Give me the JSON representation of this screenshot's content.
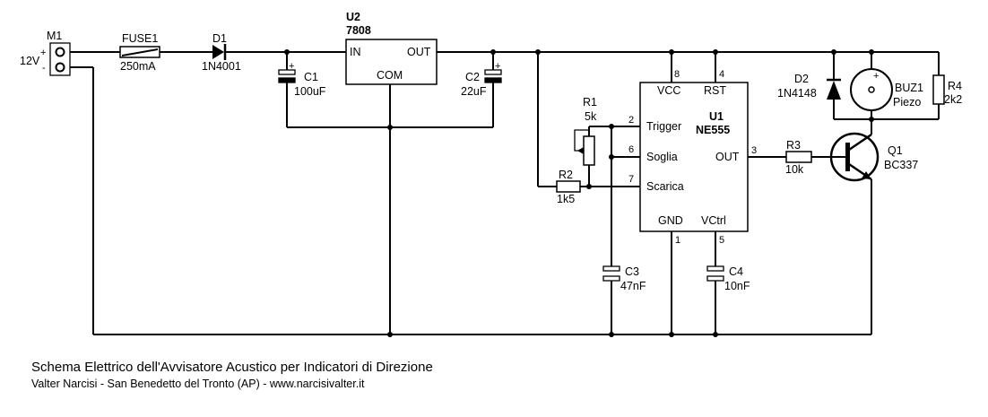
{
  "title": "Schema Elettrico dell'Avvisatore Acustico per Indicatori di Direzione",
  "subtitle": "Valter Narcisi - San Benedetto del Tronto (AP) - www.narcisivalter.it",
  "components": {
    "m1": {
      "ref": "M1",
      "value": "12V",
      "plus": "+",
      "minus": "-"
    },
    "fuse1": {
      "ref": "FUSE1",
      "value": "250mA"
    },
    "d1": {
      "ref": "D1",
      "value": "1N4001"
    },
    "c1": {
      "ref": "C1",
      "value": "100uF",
      "plus": "+"
    },
    "u2": {
      "ref": "U2",
      "value": "7808",
      "pin_in": "IN",
      "pin_out": "OUT",
      "pin_com": "COM"
    },
    "c2": {
      "ref": "C2",
      "value": "22uF",
      "plus": "+"
    },
    "r1": {
      "ref": "R1",
      "value": "5k"
    },
    "r2": {
      "ref": "R2",
      "value": "1k5"
    },
    "c3": {
      "ref": "C3",
      "value": "47nF"
    },
    "c4": {
      "ref": "C4",
      "value": "10nF"
    },
    "u1": {
      "ref": "U1",
      "value": "NE555",
      "vcc": "VCC",
      "rst": "RST",
      "trigger": "Trigger",
      "soglia": "Soglia",
      "scarica": "Scarica",
      "out": "OUT",
      "gnd": "GND",
      "vctrl": "VCtrl",
      "pin8": "8",
      "pin4": "4",
      "pin2": "2",
      "pin6": "6",
      "pin7": "7",
      "pin3": "3",
      "pin1": "1",
      "pin5": "5"
    },
    "r3": {
      "ref": "R3",
      "value": "10k"
    },
    "q1": {
      "ref": "Q1",
      "value": "BC337"
    },
    "d2": {
      "ref": "D2",
      "value": "1N4148"
    },
    "buz1": {
      "ref": "BUZ1",
      "value": "Piezo"
    },
    "r4": {
      "ref": "R4",
      "value": "2k2"
    }
  }
}
